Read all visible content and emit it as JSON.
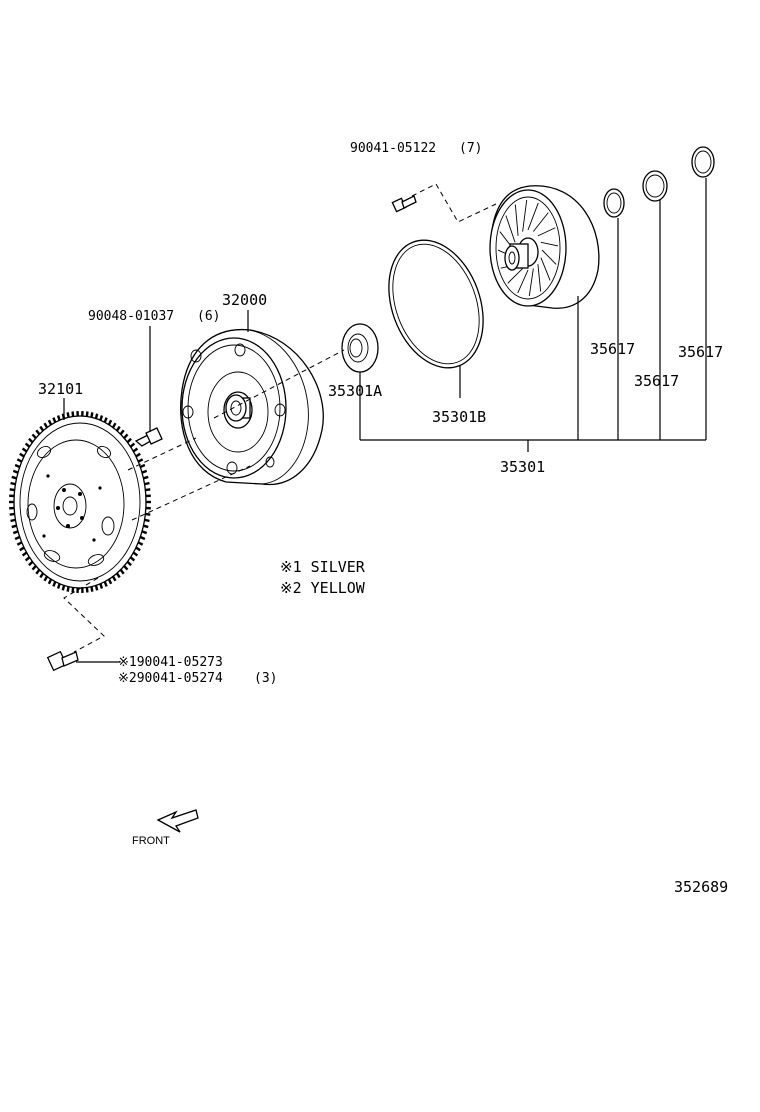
{
  "labels": {
    "bolt_pump": "90041-05122",
    "bolt_pump_qty": "(7)",
    "bolt_converter": "90048-01037",
    "bolt_converter_qty": "(6)",
    "torque_converter": "32000",
    "drive_plate": "32101",
    "oil_seal": "35301A",
    "o_ring": "35301B",
    "pump_assembly": "35301",
    "seal_ring_1": "35617",
    "seal_ring_2": "35617",
    "seal_ring_3": "35617",
    "bolt_flywheel_1": "※190041-05273",
    "bolt_flywheel_2": "※290041-05274",
    "bolt_flywheel_qty": "(3)",
    "note_1": "※1 SILVER",
    "note_2": "※2 YELLOW",
    "front": "FRONT",
    "diagram_id": "352689"
  }
}
